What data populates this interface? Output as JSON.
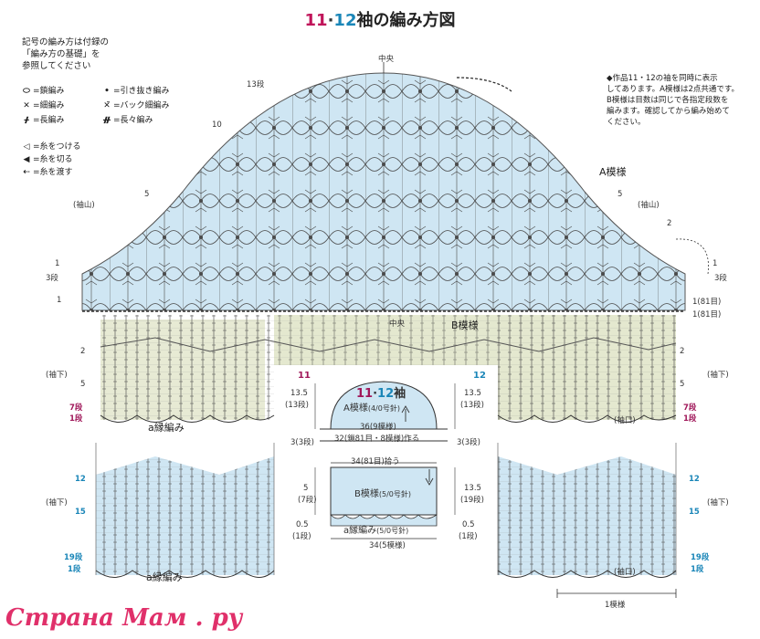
{
  "title": {
    "n11": "11",
    "dot": "·",
    "n12": "12",
    "rest": "袖の編み方図"
  },
  "notes": {
    "left": [
      "記号の編み方は付録の",
      "「編み方の基礎」を",
      "参照してください"
    ],
    "right": [
      "◆作品11・12の袖を同時に表示",
      "してあります。A模様は2点共通です。",
      "B模様は目数は同じで各指定段数を",
      "編みます。確認してから編み始めて",
      "ください。"
    ]
  },
  "legend": [
    {
      "icon": "chain-icon",
      "sym": "⬭",
      "text": "=鎖編み"
    },
    {
      "icon": "slip-icon",
      "sym": "•",
      "text": "=引き抜き編み"
    },
    {
      "icon": "sc-icon",
      "sym": "✕",
      "text": "=細編み"
    },
    {
      "icon": "back-sc-icon",
      "sym": "✕̃",
      "text": "=バック細編み"
    },
    {
      "icon": "dc-icon",
      "sym": "ᚋ",
      "text": "=長編み"
    },
    {
      "icon": "tr-icon",
      "sym": "ᚌ",
      "text": "=長々編み"
    }
  ],
  "yarn_legend": [
    {
      "icon": "join-icon",
      "sym": "◁",
      "text": "=糸をつける"
    },
    {
      "icon": "cut-icon",
      "sym": "◀",
      "text": "=糸を切る"
    },
    {
      "icon": "carry-icon",
      "sym": "⇠",
      "text": "=糸を渡す"
    }
  ],
  "top_chart": {
    "center": "中央",
    "rows_left": [
      "13段",
      "10",
      "5",
      "1",
      "3段",
      "1"
    ],
    "rows_right": [
      "5",
      "1",
      "3段",
      "1(81目)",
      "1(81目)"
    ],
    "sode_yama": "(袖山)",
    "pattern_a": "A模様",
    "pattern_b": "B模様",
    "num2": "2"
  },
  "mid_chart": {
    "rows_left": [
      "2",
      "5",
      "7段",
      "1段"
    ],
    "rows_right": [
      "2",
      "5",
      "7段",
      "1段"
    ],
    "sode_shita": "(袖下)",
    "sode_guchi": "(袖口)",
    "a_edge": "a縁編み"
  },
  "bot_chart": {
    "rows_left": [
      "12",
      "15",
      "19段",
      "1段"
    ],
    "rows_right": [
      "12",
      "15",
      "19段",
      "1段"
    ],
    "sode_shita": "(袖下)",
    "sode_guchi": "(袖口)",
    "a_edge": "a縁編み",
    "one_repeat": "1模様"
  },
  "schematic": {
    "label11": "11",
    "label12": "12",
    "title11": "11",
    "title_dot": "·",
    "title12": "12",
    "title_rest": "袖",
    "a_pattern": "A模様",
    "a_needle": "(4/0号針)",
    "d135_left": "13.5",
    "r13_left": "(13段)",
    "d135_right": "13.5",
    "r13_right": "(13段)",
    "w36": "36(9模様)",
    "d3_left": "3(3段)",
    "d3_right": "3(3段)",
    "w32": "32(鎖81目・8模様)作る",
    "w34top": "34(81目)拾う",
    "b_pattern": "B模様",
    "b_needle": "(5/0号針)",
    "d5": "5",
    "r7": "(7段)",
    "d135b": "13.5",
    "r19": "(19段)",
    "d05_left": "0.5",
    "r1_left": "(1段)",
    "d05_right": "0.5",
    "r1_right": "(1段)",
    "edge": "a縁編み",
    "edge_needle": "(5/0号針)",
    "w34bot": "34(5模様)"
  },
  "watermark": "Страна Мам . ру",
  "colors": {
    "blue_fill": "#cfe6f3",
    "green_fill": "#e4e8cf",
    "magenta": "#a0185a",
    "blue_text": "#1a86b8",
    "stitch": "#3a3a3a"
  }
}
